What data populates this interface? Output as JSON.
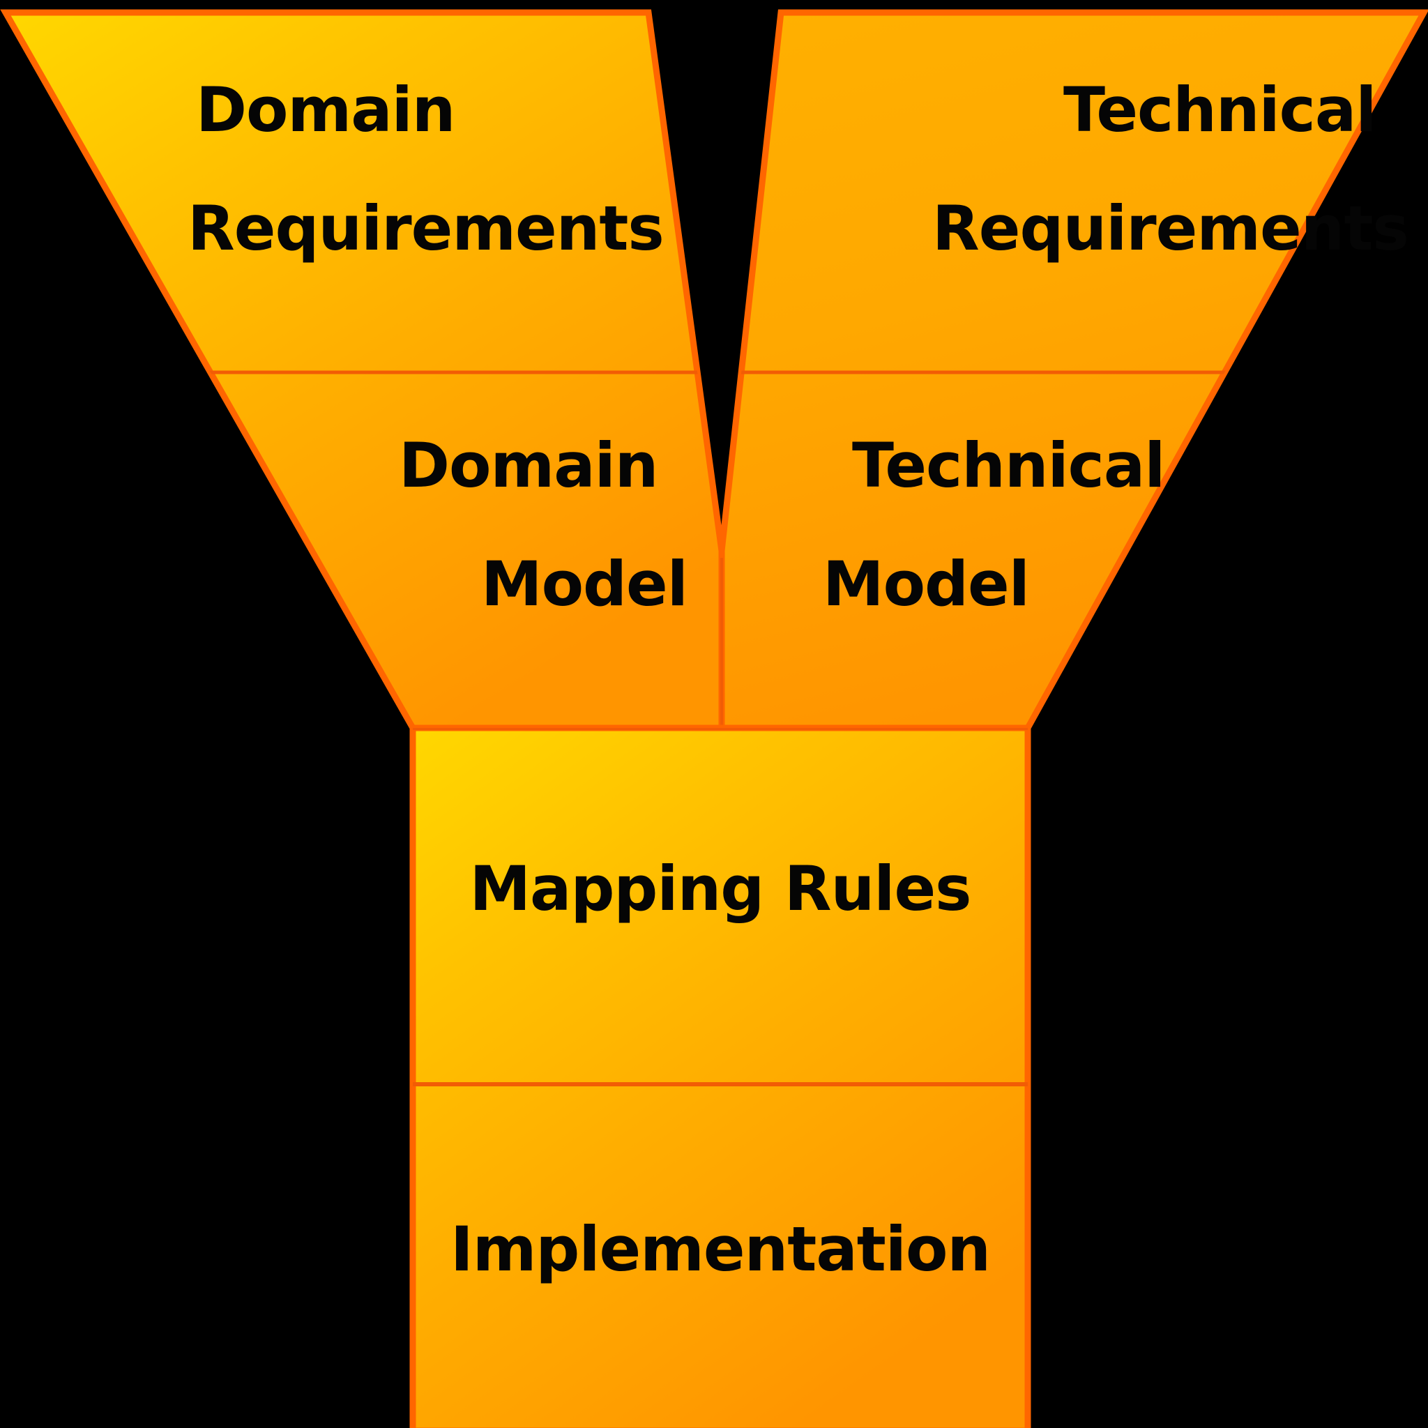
{
  "diagram": {
    "name": "y-model-diagram",
    "shape": "Y",
    "background_color": "#000000",
    "fill_gradient": {
      "from": "#FFD700",
      "mid": "#FFB300",
      "to": "#FF9500"
    },
    "border_color": "#FF6600",
    "divider_color": "#F25C05",
    "text_color": "#050505",
    "branches": {
      "left": {
        "name": "domain-branch",
        "segments": [
          {
            "id": "domain-requirements",
            "label_lines": [
              "Domain",
              "Requirements"
            ]
          },
          {
            "id": "domain-model",
            "label_lines": [
              "Domain",
              "Model"
            ]
          }
        ]
      },
      "right": {
        "name": "technical-branch",
        "segments": [
          {
            "id": "technical-requirements",
            "label_lines": [
              "Technical",
              "Requirements"
            ]
          },
          {
            "id": "technical-model",
            "label_lines": [
              "Technical",
              "Model"
            ]
          }
        ]
      }
    },
    "stem": {
      "name": "stem",
      "segments": [
        {
          "id": "mapping-rules",
          "label": "Mapping Rules"
        },
        {
          "id": "implementation",
          "label": "Implementation"
        }
      ]
    }
  }
}
